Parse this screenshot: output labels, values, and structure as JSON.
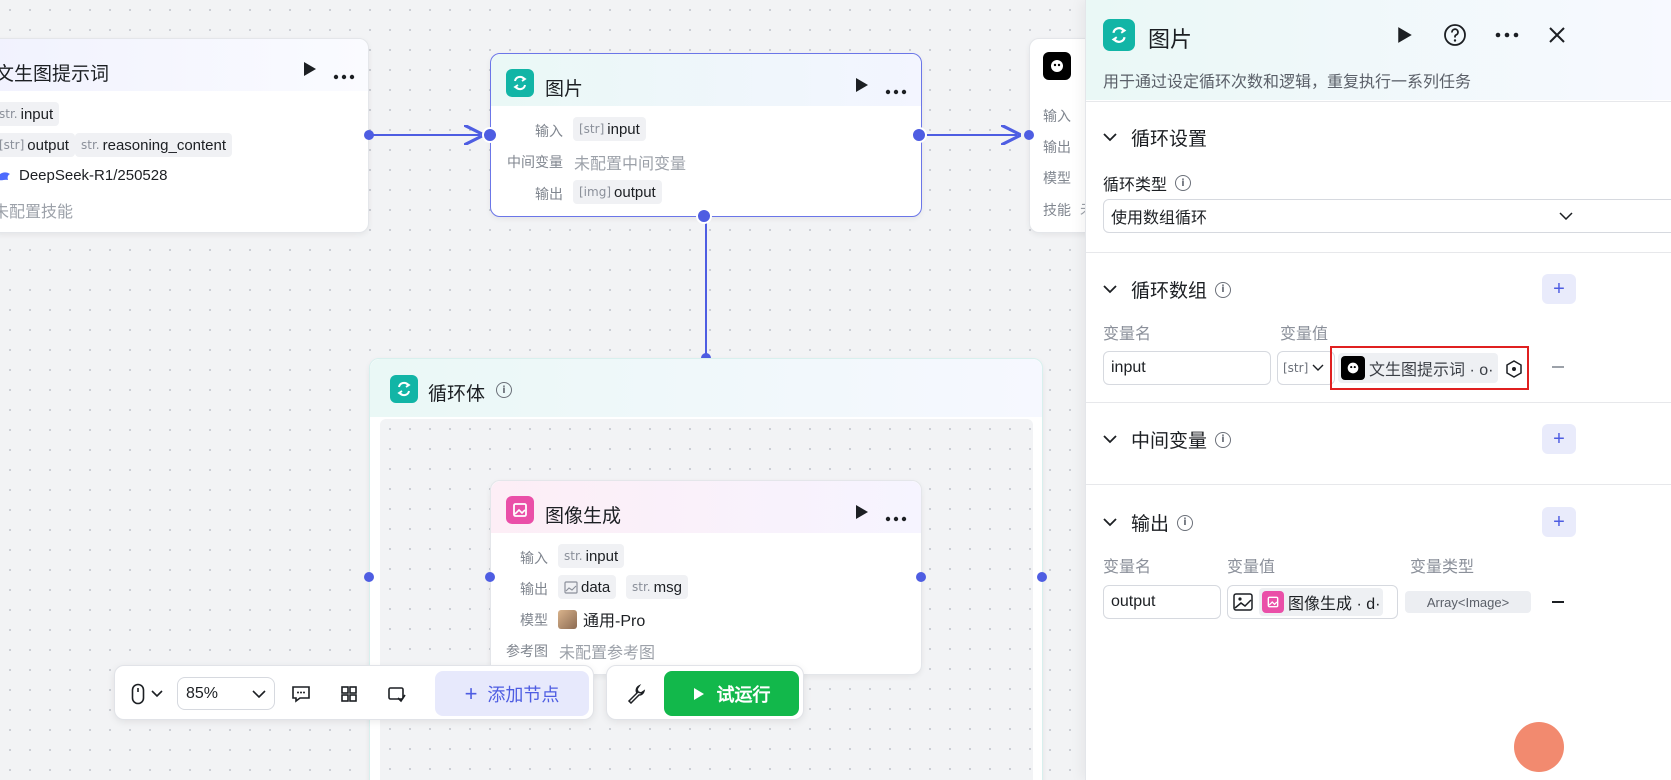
{
  "colors": {
    "accent": "#4e5de2",
    "loop_icon": "#12b5a6",
    "image_icon": "#ea4fa8",
    "run_green": "#12b84b",
    "highlight_red": "#e02020"
  },
  "node_prompt": {
    "title": "文生图提示词",
    "input_tag": {
      "type": "str.",
      "name": "input"
    },
    "output_tags": [
      {
        "type": "[str]",
        "name": "output"
      },
      {
        "type": "str.",
        "name": "reasoning_content"
      }
    ],
    "model": "DeepSeek-R1/250528",
    "skills": "未配置技能"
  },
  "node_loop": {
    "title": "图片",
    "input_label": "输入",
    "input_tag": {
      "type": "[str]",
      "name": "input"
    },
    "mid_label": "中间变量",
    "mid_value": "未配置中间变量",
    "output_label": "输出",
    "output_tag": {
      "type": "[img]",
      "name": "output"
    }
  },
  "node_right": {
    "labels": [
      "输入",
      "输出",
      "模型",
      "技能"
    ],
    "skill_fragment": "未"
  },
  "loop_body": {
    "title": "循环体"
  },
  "node_image": {
    "title": "图像生成",
    "input_label": "输入",
    "input_tag": {
      "type": "str.",
      "name": "input"
    },
    "output_label": "输出",
    "output_tags": [
      {
        "type": "img",
        "name": "data"
      },
      {
        "type": "str.",
        "name": "msg"
      }
    ],
    "model_label": "模型",
    "model": "通用-Pro",
    "ref_label": "参考图",
    "ref_value": "未配置参考图"
  },
  "toolbar": {
    "zoom": "85%",
    "add_node": "添加节点",
    "test_run": "试运行"
  },
  "panel": {
    "title": "图片",
    "description": "用于通过设定循环次数和逻辑，重复执行一系列任务",
    "loop_settings": {
      "title": "循环设置",
      "type_label": "循环类型",
      "type_value": "使用数组循环"
    },
    "loop_array": {
      "title": "循环数组",
      "col_name": "变量名",
      "col_value": "变量值",
      "row": {
        "name": "input",
        "type": "[str]",
        "ref_text": "文生图提示词 · o·"
      }
    },
    "mid_vars": {
      "title": "中间变量"
    },
    "output": {
      "title": "输出",
      "col_name": "变量名",
      "col_value": "变量值",
      "col_type": "变量类型",
      "row": {
        "name": "output",
        "ref_text": "图像生成 · d·",
        "type": "Array<Image>"
      }
    }
  }
}
